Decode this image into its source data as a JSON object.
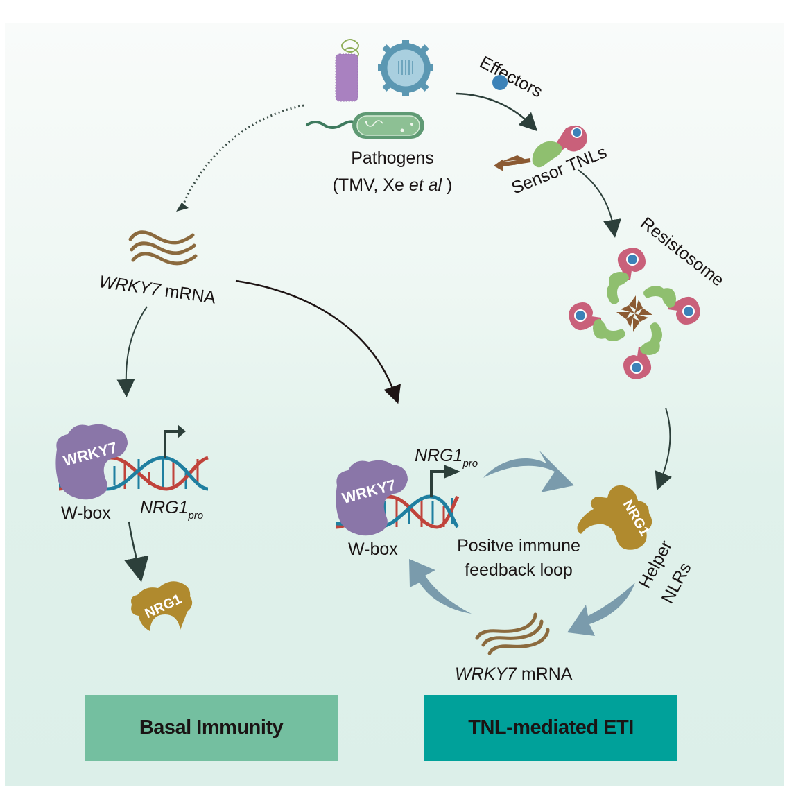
{
  "figure": {
    "colors": {
      "background_top": "#f9fbfa",
      "background_bottom": "#dcefe9",
      "mrna": "#8b6a3e",
      "wrky7_protein": "#8a76a8",
      "nrg1_protein": "#b08a2e",
      "sensor_lrr": "#c9607a",
      "sensor_tir": "#8fbf6f",
      "effector": "#3c82b8",
      "dna_blue": "#1f7fa0",
      "dna_red": "#c0433b",
      "feedback_arrow": "#7a9bac",
      "basal_box": "#74bfa0",
      "eti_box": "#00a19a",
      "arrow_dark": "#2c3f3a"
    },
    "pathogens": {
      "label": "Pathogens",
      "examples_prefix": "(TMV, Xe ",
      "examples_italic": "et al",
      "examples_suffix": " )"
    },
    "effectors": {
      "label": "Effectors"
    },
    "sensor": {
      "label": "Sensor TNLs"
    },
    "resistosome": {
      "label": "Resistosome"
    },
    "left_branch": {
      "mrna_label_italic": "WRKY7",
      "mrna_label_rest": " mRNA",
      "protein_label": "WRKY7",
      "wbox_label": "W-box",
      "promoter_label": "NRG1",
      "promoter_subscript": "pro",
      "product_label": "NRG1"
    },
    "right_branch": {
      "protein_label": "WRKY7",
      "wbox_label": "W-box",
      "promoter_label": "NRG1",
      "promoter_subscript": "pro",
      "loop_label_line1": "Positve immune",
      "loop_label_line2": "feedback loop",
      "helper_protein_label": "NRG1",
      "helper_label_line1": "Helper",
      "helper_label_line2": "NLRs",
      "mrna_label_italic": "WRKY7",
      "mrna_label_rest": " mRNA"
    },
    "boxes": {
      "basal": "Basal Immunity",
      "eti": "TNL-mediated ETI"
    }
  }
}
